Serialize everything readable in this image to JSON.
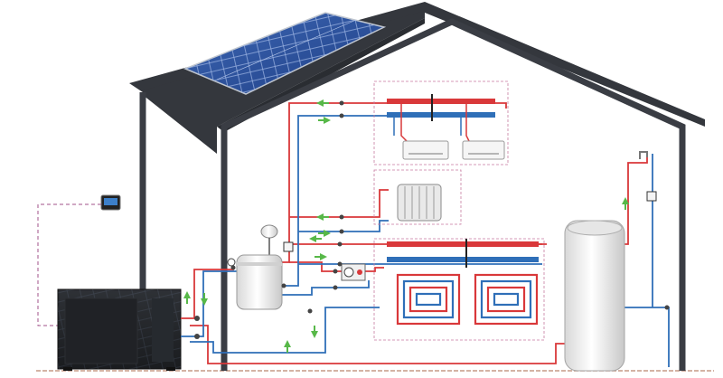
{
  "diagram": {
    "kind": "heat-pump-heating-system-schematic",
    "components": [
      {
        "id": "solar-panel",
        "label": ""
      },
      {
        "id": "heat-pump-outdoor-unit",
        "label": ""
      },
      {
        "id": "wall-controller",
        "label": ""
      },
      {
        "id": "buffer-tank",
        "label": ""
      },
      {
        "id": "expansion-vessel",
        "label": ""
      },
      {
        "id": "fan-coil-unit-left",
        "label": ""
      },
      {
        "id": "fan-coil-unit-right",
        "label": ""
      },
      {
        "id": "radiator",
        "label": ""
      },
      {
        "id": "underfloor-heating-loop-left",
        "label": ""
      },
      {
        "id": "underfloor-heating-loop-right",
        "label": ""
      },
      {
        "id": "circulation-pump",
        "label": ""
      },
      {
        "id": "domestic-hot-water-tank",
        "label": ""
      },
      {
        "id": "hot-water-tap",
        "label": ""
      }
    ],
    "colors": {
      "supply": "#d9383a",
      "return": "#2f6fb8",
      "flow_arrow": "#57b848",
      "house_outline": "#3a3d44",
      "roof": "#34373d",
      "zone_border": "#c77aa0",
      "control_wire": "#a0508a"
    }
  }
}
